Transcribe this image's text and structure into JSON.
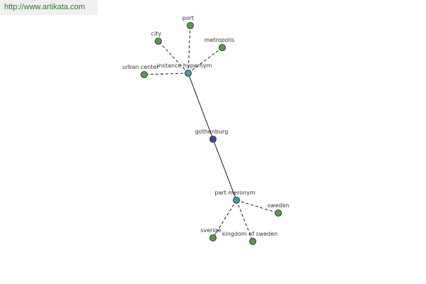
{
  "watermark": "http://www.artikata.com",
  "colors": {
    "background": "#ffffff",
    "watermark_bg": "#f0f0f0",
    "watermark_text": "#2a7a2a",
    "edge": "#000000",
    "leaf_node": "#5a9a4a",
    "relation_node": "#4a9aa0",
    "root_node": "#3a4aa0",
    "node_stroke": "#1a1a1a",
    "label": "#333333"
  },
  "graph": {
    "root": {
      "id": "gothenburg",
      "label": "gothenburg",
      "kind": "root"
    },
    "relations": [
      {
        "id": "instance-hypernym",
        "label": "instance hypernym",
        "kind": "relation",
        "children": [
          {
            "id": "city",
            "label": "city",
            "kind": "leaf"
          },
          {
            "id": "port",
            "label": "port",
            "kind": "leaf"
          },
          {
            "id": "metropolis",
            "label": "metropolis",
            "kind": "leaf"
          },
          {
            "id": "urban-center",
            "label": "urban center",
            "kind": "leaf"
          }
        ]
      },
      {
        "id": "part-meronym",
        "label": "part meronym",
        "kind": "relation",
        "children": [
          {
            "id": "sweden",
            "label": "sweden",
            "kind": "leaf"
          },
          {
            "id": "sverige",
            "label": "sverige",
            "kind": "leaf"
          },
          {
            "id": "kingdom-of-sweden",
            "label": "kingdom of sweden",
            "kind": "leaf"
          }
        ]
      }
    ]
  }
}
